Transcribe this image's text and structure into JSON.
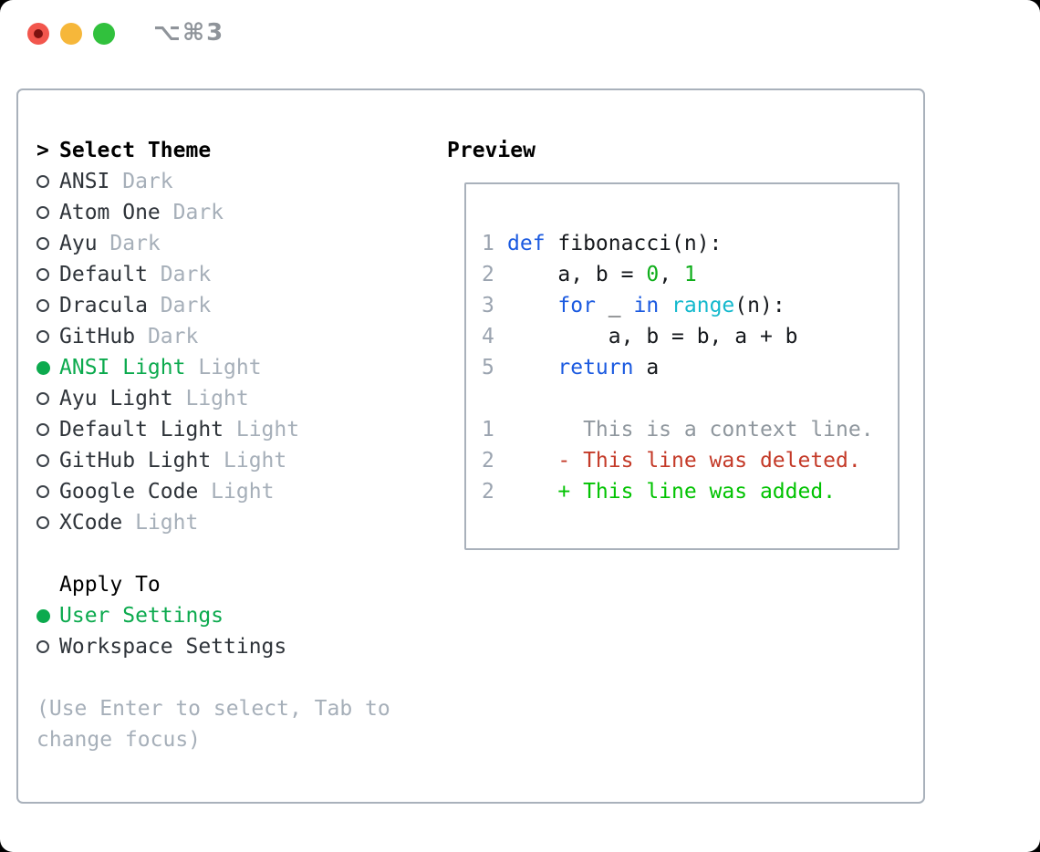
{
  "window": {
    "shortcut_label": "⌥⌘3"
  },
  "theme_selector": {
    "cursor": ">",
    "heading": "Select Theme",
    "items": [
      {
        "name": "ANSI",
        "variant": "Dark",
        "selected": false
      },
      {
        "name": "Atom One",
        "variant": "Dark",
        "selected": false
      },
      {
        "name": "Ayu",
        "variant": "Dark",
        "selected": false
      },
      {
        "name": "Default",
        "variant": "Dark",
        "selected": false
      },
      {
        "name": "Dracula",
        "variant": "Dark",
        "selected": false
      },
      {
        "name": "GitHub",
        "variant": "Dark",
        "selected": false
      },
      {
        "name": "ANSI Light",
        "variant": "Light",
        "selected": true
      },
      {
        "name": "Ayu Light",
        "variant": "Light",
        "selected": false
      },
      {
        "name": "Default Light",
        "variant": "Light",
        "selected": false
      },
      {
        "name": "GitHub Light",
        "variant": "Light",
        "selected": false
      },
      {
        "name": "Google Code",
        "variant": "Light",
        "selected": false
      },
      {
        "name": "XCode",
        "variant": "Light",
        "selected": false
      }
    ]
  },
  "apply_to": {
    "heading": "Apply To",
    "options": [
      {
        "label": "User Settings",
        "selected": true
      },
      {
        "label": "Workspace Settings",
        "selected": false
      }
    ]
  },
  "help_text": "(Use Enter to select, Tab to change focus)",
  "preview": {
    "heading": "Preview",
    "lines": [
      {
        "num": "1",
        "tokens": [
          {
            "text": "def",
            "style": "keyword"
          },
          {
            "text": " fibonacci(n):",
            "style": "plain"
          }
        ]
      },
      {
        "num": "2",
        "tokens": [
          {
            "text": "    a, b = ",
            "style": "plain"
          },
          {
            "text": "0",
            "style": "number"
          },
          {
            "text": ", ",
            "style": "plain"
          },
          {
            "text": "1",
            "style": "number"
          }
        ]
      },
      {
        "num": "3",
        "tokens": [
          {
            "text": "    ",
            "style": "plain"
          },
          {
            "text": "for",
            "style": "keyword"
          },
          {
            "text": " _ ",
            "style": "plain"
          },
          {
            "text": "in",
            "style": "keyword"
          },
          {
            "text": " ",
            "style": "plain"
          },
          {
            "text": "range",
            "style": "builtin"
          },
          {
            "text": "(n):",
            "style": "plain"
          }
        ]
      },
      {
        "num": "4",
        "tokens": [
          {
            "text": "        a, b = b, a + b",
            "style": "plain"
          }
        ]
      },
      {
        "num": "5",
        "tokens": [
          {
            "text": "    ",
            "style": "plain"
          },
          {
            "text": "return",
            "style": "keyword"
          },
          {
            "text": " a",
            "style": "plain"
          }
        ]
      },
      {
        "num": "",
        "tokens": []
      },
      {
        "num": "1",
        "tokens": [
          {
            "text": "      This is a context line.",
            "style": "context"
          }
        ]
      },
      {
        "num": "2",
        "tokens": [
          {
            "text": "    - This line was deleted.",
            "style": "deleted"
          }
        ]
      },
      {
        "num": "2",
        "tokens": [
          {
            "text": "    + This line was added.",
            "style": "added"
          }
        ]
      }
    ]
  },
  "colors": {
    "accent_green": "#0caa4e",
    "keyword_blue": "#1b5ae0",
    "builtin_cyan": "#14b9cd",
    "number_green": "#0fae1b",
    "diff_added_green": "#02c302",
    "diff_deleted_red": "#c43a28",
    "muted_gray": "#a6afb9",
    "line_number_gray": "#9ba4b0",
    "context_gray": "#8f979e",
    "border_gray": "#a9b1bb",
    "traffic_red": "#f2564d",
    "traffic_red_dot": "#7c1210",
    "traffic_yellow": "#f6b73a",
    "traffic_green": "#31c13d"
  }
}
